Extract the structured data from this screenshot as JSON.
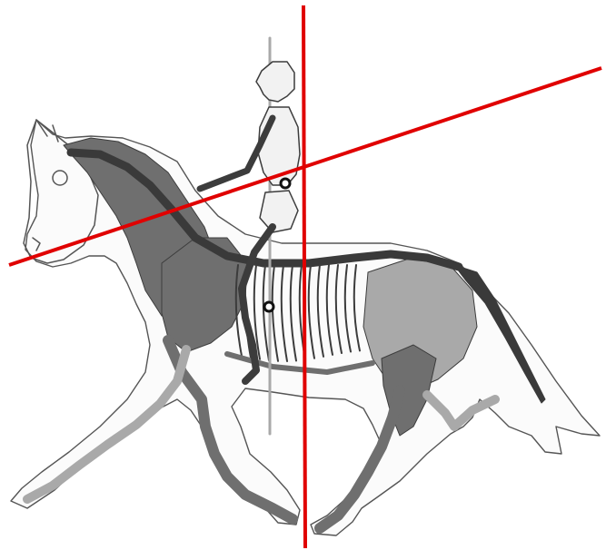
{
  "colors": {
    "background": "#ffffff",
    "outline": "#555555",
    "muscle": "#6f6f6f",
    "muscle_light": "#a9a9a9",
    "bone": "#f2f2f2",
    "bone_edge": "#3c3c3c",
    "spine": "#3a3a3a",
    "reference_line": "#e00000"
  },
  "figure": {
    "subject": "horse-and-rider-skeleton-musculature",
    "reference_lines": [
      "vertical-axis-line",
      "diagonal-axis-line"
    ],
    "markers": [
      "rider-center-marker",
      "horse-center-marker"
    ]
  }
}
